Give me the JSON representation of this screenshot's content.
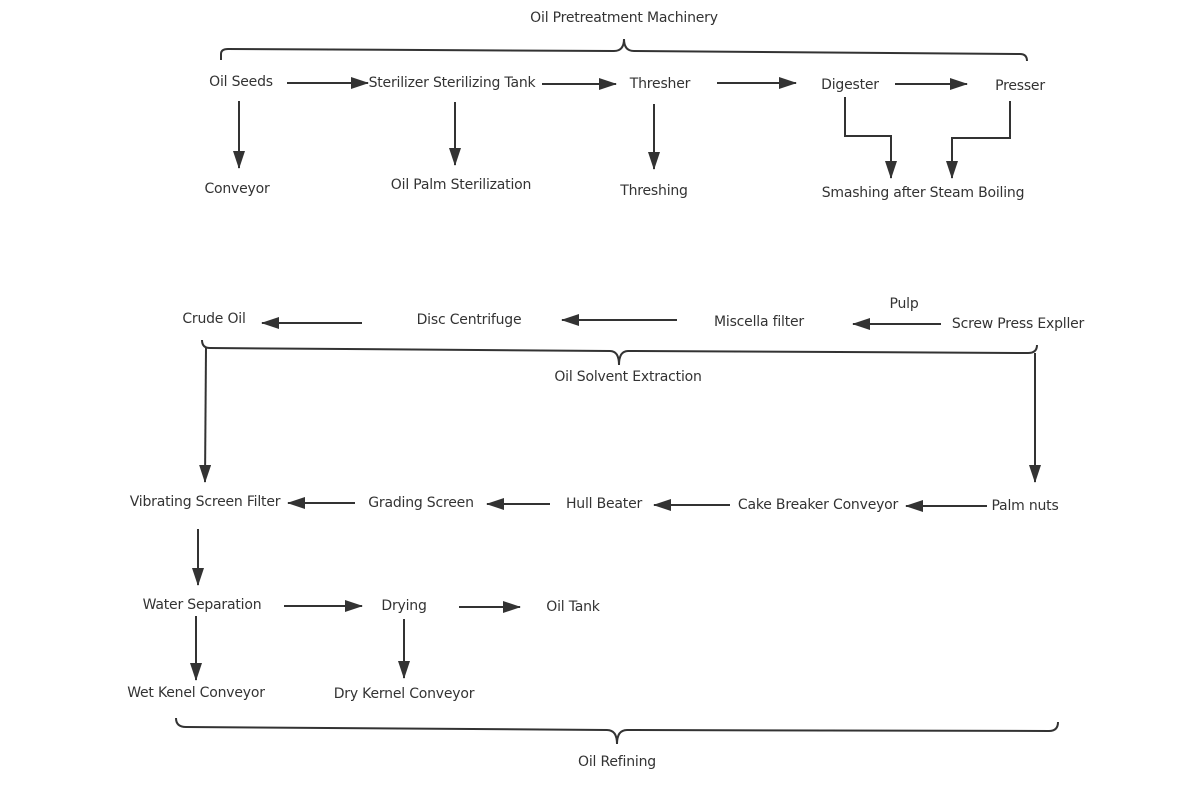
{
  "diagram": {
    "colors": {
      "line": "#333333",
      "text": "#333333",
      "background": "#ffffff"
    },
    "groups": {
      "pretreatment": "Oil Pretreatment Machinery",
      "solvent": "Oil Solvent Extraction",
      "refining": "Oil Refining"
    },
    "nodes": {
      "oil_seeds": "Oil Seeds",
      "sterilizer": "Sterilizer Sterilizing Tank",
      "thresher": "Thresher",
      "digester": "Digester",
      "presser": "Presser",
      "conveyor": "Conveyor",
      "oil_palm_sterilization": "Oil Palm Sterilization",
      "threshing": "Threshing",
      "smashing": "Smashing after Steam Boiling",
      "crude_oil": "Crude Oil",
      "disc_centrifuge": "Disc Centrifuge",
      "miscella_filter": "Miscella filter",
      "pulp": "Pulp",
      "screw_press": "Screw Press Expller",
      "vibrating_screen": "Vibrating Screen Filter",
      "grading_screen": "Grading Screen",
      "hull_beater": "Hull Beater",
      "cake_breaker": "Cake Breaker Conveyor",
      "palm_nuts": "Palm nuts",
      "water_separation": "Water Separation",
      "drying": "Drying",
      "oil_tank": "Oil Tank",
      "wet_kenel": "Wet Kenel Conveyor",
      "dry_kernel": "Dry Kernel Conveyor"
    },
    "edges": [
      [
        "Oil Seeds",
        "Sterilizer Sterilizing Tank"
      ],
      [
        "Sterilizer Sterilizing Tank",
        "Thresher"
      ],
      [
        "Thresher",
        "Digester"
      ],
      [
        "Digester",
        "Presser"
      ],
      [
        "Oil Seeds",
        "Conveyor"
      ],
      [
        "Sterilizer Sterilizing Tank",
        "Oil Palm Sterilization"
      ],
      [
        "Thresher",
        "Threshing"
      ],
      [
        "Digester",
        "Smashing after Steam Boiling"
      ],
      [
        "Presser",
        "Smashing after Steam Boiling"
      ],
      [
        "Screw Press Expller",
        "Miscella filter"
      ],
      [
        "Miscella filter",
        "Disc Centrifuge"
      ],
      [
        "Disc Centrifuge",
        "Crude Oil"
      ],
      [
        "Crude Oil",
        "Vibrating Screen Filter"
      ],
      [
        "Screw Press Expller",
        "Palm nuts"
      ],
      [
        "Palm nuts",
        "Cake Breaker Conveyor"
      ],
      [
        "Cake Breaker Conveyor",
        "Hull Beater"
      ],
      [
        "Hull Beater",
        "Grading Screen"
      ],
      [
        "Grading Screen",
        "Vibrating Screen Filter"
      ],
      [
        "Vibrating Screen Filter",
        "Water Separation"
      ],
      [
        "Water Separation",
        "Drying"
      ],
      [
        "Drying",
        "Oil Tank"
      ],
      [
        "Water Separation",
        "Wet Kenel Conveyor"
      ],
      [
        "Drying",
        "Dry Kernel Conveyor"
      ]
    ]
  }
}
